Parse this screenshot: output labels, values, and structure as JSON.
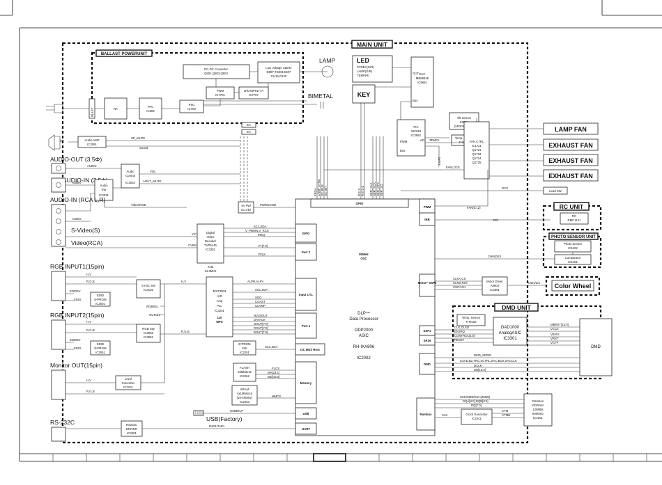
{
  "units": {
    "main": "MAIN UNIT",
    "ballast": "BALLAST POWERUNIT",
    "rc": "RC UNIT",
    "photo": "PHOTO SENSOR UNIT",
    "dmd": "DMD UNIT"
  },
  "ballast": {
    "dcdc": [
      "DC-DC Converter",
      "Q801,Q803,Q804"
    ],
    "lv_starter": [
      "Low Voltage Starter",
      "D807,T2303,E607",
      "CH16,C620"
    ],
    "pwm": [
      "PWM",
      "IC7701"
    ],
    "ufd": [
      "uPD78F9177A",
      "IC7707"
    ],
    "nf": "NF",
    "pfc": [
      "PFC",
      "IC502"
    ],
    "psu": [
      "PSU",
      "IC703"
    ],
    "lamp": "LAMP",
    "bimetal": "BIMETAL",
    "inlet": "IN-LET"
  },
  "main": {
    "led": [
      "LED",
      "STDBY(G/R)",
      "LAMP(G/R)",
      "TEMP(R)"
    ],
    "key": "KEY",
    "dac": [
      "DAC",
      "MB88346",
      "IC5681"
    ],
    "out": "OUT",
    "bus": "Bus",
    "tilt": [
      "Tilt Sensor",
      "S3504",
      "(XR20X ONLY)"
    ],
    "temp_sensor": [
      "Temp. Sensor",
      "TH3641"
    ],
    "pic": [
      "PIC",
      "16F818",
      "IC3592"
    ],
    "pic_pwm": "PWM",
    "pic_ad": "AD",
    "pic_bus": "Bus",
    "fanctrl": [
      "FAN CTRL",
      "IC1721",
      "Q1721",
      "Q1723",
      "Q1724",
      "Q1725"
    ],
    "fans": [
      "LAMP FAN",
      "EXHAUST FAN",
      "EXHAUST FAN",
      "EXHAUST FAN"
    ],
    "lead_sw": "Lead SW",
    "audio_amp": [
      "Audio AMP",
      "IC3551"
    ],
    "audio_ctrl": [
      "Audio",
      "Control",
      "IC3033"
    ],
    "audio_sw": [
      "Audio",
      "SW",
      "IC3031"
    ],
    "pwr5v": [
      "5V Pwl",
      "IC1743"
    ],
    "dvd": [
      "Digital",
      "Video",
      "Decoder",
      "TVP5146",
      "IC3301"
    ],
    "xtal": [
      "X'tal",
      "14.3MHz"
    ],
    "sync": [
      "SYNC SW",
      "IC3102"
    ],
    "edid1": [
      "EDID",
      "E²PROM",
      "IC3001"
    ],
    "rgbsw": [
      "RGB SW",
      "IC3002",
      "IC3052"
    ],
    "edid2": [
      "EDID",
      "E²PROM",
      "IC3051"
    ],
    "ms": [
      "MST3003",
      "A/D",
      "Amp",
      "PLL",
      "IC3201",
      "110",
      "MPS"
    ],
    "eeprom": [
      "E²PROM",
      "32K",
      "IC2201"
    ],
    "flash": [
      "FLASH",
      "16Mbitx16",
      "IC2262"
    ],
    "sram": [
      "SRAM",
      "4x1Mbitx16",
      "(16-48MHz)",
      "IC2263"
    ],
    "level": [
      "Level",
      "Converter",
      "IC3101"
    ],
    "rs232": [
      "RS232C",
      "DRIVER",
      "IC2501"
    ],
    "dlp": [
      "DLP™",
      "Data Processor",
      "DDP2000",
      "ASIC",
      "RH-IXA806",
      "IC2002"
    ],
    "gpio": "GPIO",
    "osc": [
      "80MHz",
      "OSC"
    ],
    "ports": [
      "GPIO",
      "Port 2",
      "Input CTL",
      "Port 1",
      "I2C BUS Host",
      "Memory",
      "USB",
      "UART"
    ],
    "rports": [
      "PWM",
      "IRB",
      "Motor+ SSP0",
      "SSP1",
      "SR16",
      "DMD",
      "Rambus"
    ],
    "motor": [
      "Motor Driver",
      "A8904",
      "IC3501"
    ],
    "dad": [
      "DAD1000",
      "AnalogASIC",
      "IC3301"
    ],
    "dmd_temp": [
      "Temp. Sensor",
      "TH0102"
    ],
    "dmd": "DMD",
    "clock": [
      "Clock Generator",
      "IC2241"
    ],
    "rambus": [
      "Rambus",
      "RDRAM",
      "128Mbit",
      "800MHz",
      "IC2201"
    ],
    "rc": [
      "RC",
      "RMC1121"
    ],
    "photo": [
      "Photo Sensor",
      "IC1102"
    ],
    "comparator": [
      "Comparator",
      "IC1101"
    ],
    "colorwheel": "Color Wheel",
    "usb_label": "USB(Factory)"
  },
  "io": {
    "audio_out": "AUDIO-OUT (3.5Φ)",
    "audio_in": "AUDIO-IN (3.5Φ)",
    "audio_in_rca": "AUDIO-IN (RCA L,R)",
    "svideo": "S-Video(S)",
    "video": "Video(RCA)",
    "rgb1": "RGB INPUT1(15pin)",
    "rgb2": "RGB INPUT2(15pin)",
    "monitor": "Monitor OUT(15pin)",
    "rs232": "RS-232C"
  },
  "signals": {
    "sp_mute": "SP_MUTE",
    "sound": "Sound",
    "audio1": "AUDIO",
    "audio2": "AUDIO",
    "audio3": "AUDIO",
    "vol": "VOL",
    "aout_mute": "AOUT_MUTE",
    "video_rgb": "Video/RGB",
    "pwrgood": "PWRGOOD",
    "scl_sda": "SCL,SDA",
    "vpbwn": "V_PBWN,V_RCS",
    "ireq": "IREQ",
    "vyc": "Y/C",
    "cvbs": "CVBS",
    "vy": "VY[7:0]",
    "vclk": "VCLK",
    "alpr": "ALPR,ALPV",
    "scl_sda2": "SCL,SDA",
    "sog": "SOG",
    "coast": "COAST",
    "clamp": "CLAMP",
    "hlvsout": "HLVSOUT",
    "datack": "DATACK",
    "gout": "GOUT[7:0]",
    "rout": "ROUT[7:0]",
    "bout": "BOUT[7:0]",
    "scl_sda3": "SCL,SDA",
    "flcs": "FLCS",
    "ma": "MA[23:1]",
    "md": "MD[15:0]",
    "mmcs": "MMCS",
    "usbdn": "USBDN,P",
    "rxd": "RxD1/TxD1",
    "hv": "H,V",
    "rgb": "R,G,B",
    "rgbsel": "RGBSEL",
    "outdis": "OUTDIS",
    "edid5v": "EDID5V",
    "edid": "EDID",
    "rcs": "RCS",
    "fan": "FANLOCK",
    "fanctl": "FAN(0:12)",
    "rc": "R/C",
    "chindex": "CHINDEX",
    "clkacs": "CLKA,CS",
    "clkdrst": "CLKD,RST",
    "cwtach": "CWTACH",
    "clkdi": "CLK,DI,SO",
    "enirq": "EN,IRQ",
    "control": "CONTROL(1:0)",
    "reset": "RESET",
    "mbrst": "MBRST[15:0]",
    "vcc2": "VCC2",
    "vbias": "VBIAS",
    "vrst": "VRST",
    "vcff": "VCFF",
    "dmdserin": "DMD_SERIN",
    "load": "LOAD,B2,TRC,SCTRL,SAC,BUS,SACCLK",
    "dclk": "DCLK",
    "dd": "DD[15:0]",
    "sck": "SCK/SMD/SIO (ZM05)",
    "dqa": "DQA[8:0],DQB[8:0]",
    "rq": "RQ[7:0]",
    "clk": "CLK",
    "ctm": "CTM",
    "ctmn": "CTMN",
    "cw1": "CW1/2/3",
    "temp1": "TEMP1",
    "temp2": "TEMP2",
    "ea": "EA",
    "gpio_v": [
      "FPGA",
      "LAMP SYNC",
      "I2C BUS",
      "I2C INT",
      "R E S",
      "R E D 0",
      "SER_CLK",
      "SER_SCK",
      "SER_STD",
      "SER_SO"
    ]
  }
}
